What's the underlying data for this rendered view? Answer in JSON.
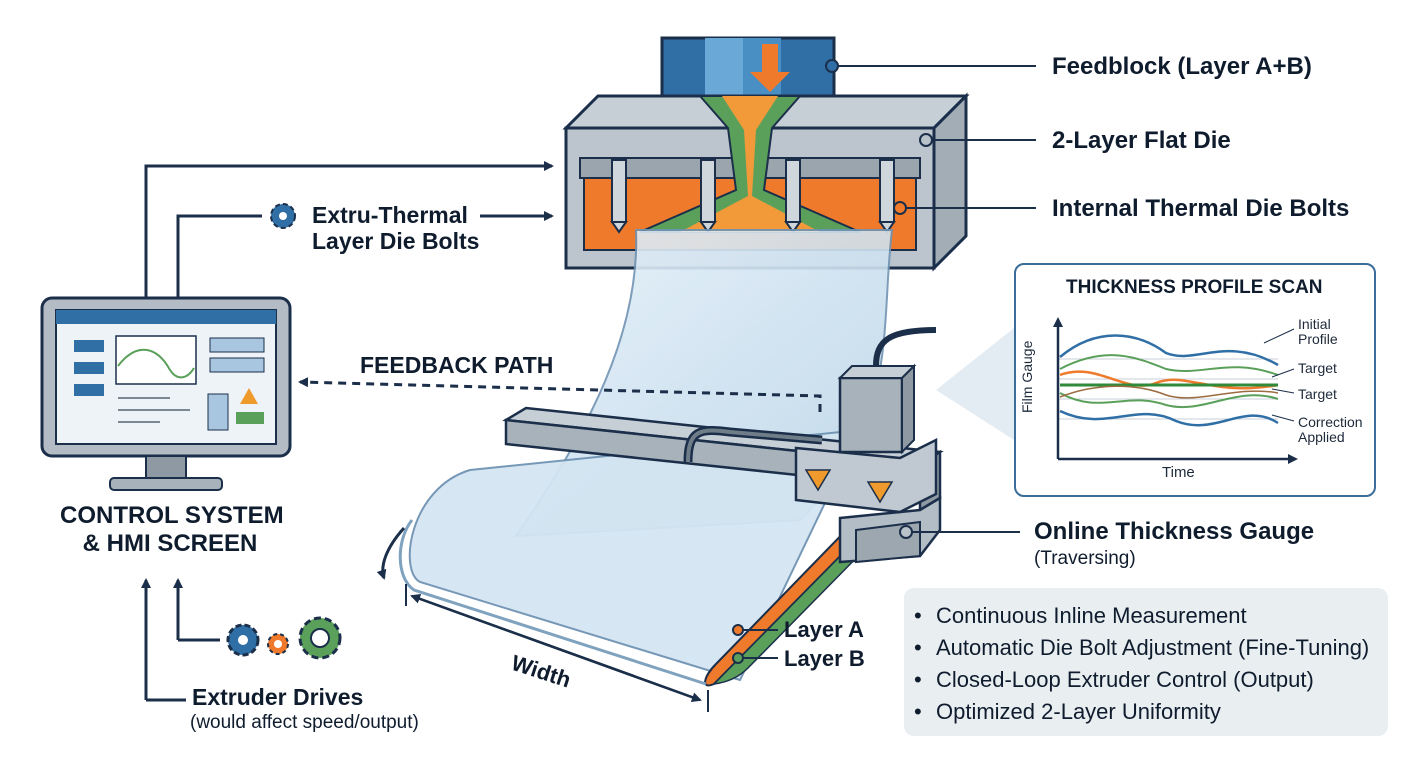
{
  "labels": {
    "feedblock": "Feedblock (Layer A+B)",
    "flat_die": "2-Layer Flat Die",
    "internal_bolts": "Internal Thermal Die Bolts",
    "extru_thermal_line1": "Extru-Thermal",
    "extru_thermal_line2": "Layer Die Bolts",
    "feedback_path": "FEEDBACK PATH",
    "control_line1": "CONTROL SYSTEM",
    "control_line2": "& HMI SCREEN",
    "extruder_drives": "Extruder Drives",
    "extruder_drives_note": "(would affect speed/output)",
    "gauge": "Online Thickness Gauge",
    "gauge_note": "(Traversing)",
    "layer_a": "Layer A",
    "layer_b": "Layer B",
    "width": "Width"
  },
  "scan_panel": {
    "title": "THICKNESS PROFILE SCAN",
    "ylabel": "Film Gauge",
    "xlabel": "Time",
    "legend": {
      "initial_line1": "Initial",
      "initial_line2": "Profile",
      "target1": "Target",
      "target2": "Target",
      "correction_line1": "Correction",
      "correction_line2": "Applied"
    }
  },
  "benefits": [
    "Continuous Inline Measurement",
    "Automatic Die Bolt Adjustment (Fine-Tuning)",
    "Closed-Loop Extruder Control (Output)",
    "Optimized 2-Layer Uniformity"
  ],
  "colors": {
    "navy": "#1b2f4a",
    "blue": "#2f6fa6",
    "green": "#5aa05a",
    "orange": "#ef7a2c",
    "steel": "#b8c2ca",
    "film": "#cfe2f0"
  },
  "icons": [
    "gear-icon",
    "gears-icon",
    "warning-icon",
    "sparkle-icon"
  ]
}
